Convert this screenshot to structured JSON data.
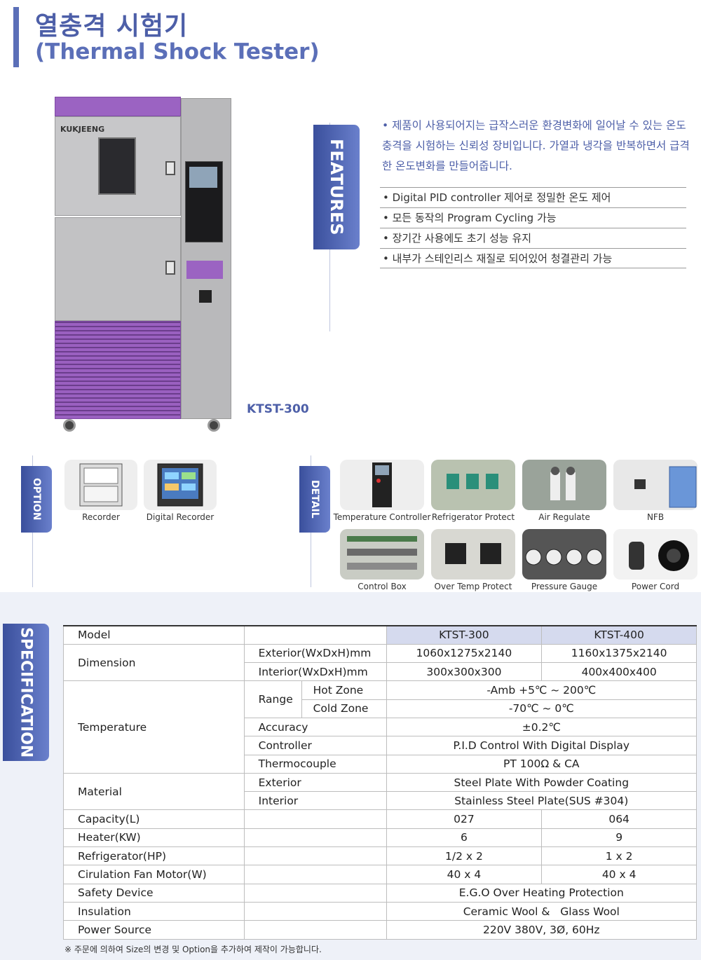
{
  "header": {
    "title_ko": "열충격 시험기",
    "title_en": "(Thermal Shock Tester)"
  },
  "product": {
    "brand_logo": "KUKJEENG",
    "model_label": "KTST-300"
  },
  "features": {
    "tab_label": "FEATURES",
    "intro": "• 제품이 사용되어지는 급작스러운 환경변화에 일어날 수 있는 온도 충격을 시험하는 신뢰성 장비입니다. 가열과 냉각을 반복하면서 급격한 온도변화를 만들어줍니다.",
    "items": [
      "• Digital PID controller 제어로 정밀한 온도 제어",
      "• 모든 동작의 Program Cycling 가능",
      "• 장기간 사용에도 초기 성능 유지",
      "• 내부가 스테인리스 재질로 되어있어 청결관리 가능"
    ]
  },
  "option": {
    "tab_label": "OPTION",
    "items": [
      "Recorder",
      "Digital Recorder"
    ]
  },
  "detail": {
    "tab_label": "DETAIL",
    "items": [
      "Temperature Controller",
      "Refrigerator Protect",
      "Air Regulate",
      "NFB",
      "Control Box",
      "Over Temp Protect",
      "Pressure Gauge",
      "Power Cord"
    ]
  },
  "spec": {
    "tab_label": "SPECIFICATION",
    "model_label": "Model",
    "models": [
      "KTST-300",
      "KTST-400"
    ],
    "dimension": {
      "label": "Dimension",
      "exterior_label": "Exterior(WxDxH)mm",
      "exterior": [
        "1060x1275x2140",
        "1160x1375x2140"
      ],
      "interior_label": "Interior(WxDxH)mm",
      "interior": [
        "300x300x300",
        "400x400x400"
      ]
    },
    "temperature": {
      "label": "Temperature",
      "range_label": "Range",
      "hot_label": "Hot Zone",
      "hot": "-Amb +5℃ ~ 200℃",
      "cold_label": "Cold Zone",
      "cold": "-70℃ ~ 0℃",
      "accuracy_label": "Accuracy",
      "accuracy": "±0.2℃",
      "controller_label": "Controller",
      "controller": "P.I.D Control With Digital Display",
      "thermocouple_label": "Thermocouple",
      "thermocouple": "PT 100Ω & CA"
    },
    "material": {
      "label": "Material",
      "exterior_label": "Exterior",
      "exterior": "Steel Plate With Powder Coating",
      "interior_label": "Interior",
      "interior": "Stainless Steel Plate(SUS #304)"
    },
    "rows": [
      {
        "label": "Capacity(L)",
        "v1": "027",
        "v2": "064"
      },
      {
        "label": "Heater(KW)",
        "v1": "6",
        "v2": "9"
      },
      {
        "label": "Refrigerator(HP)",
        "v1": "1/2 x 2",
        "v2": "1 x 2"
      },
      {
        "label": "Cirulation Fan Motor(W)",
        "v1": "40 x 4",
        "v2": "40 x 4"
      }
    ],
    "safety_label": "Safety Device",
    "safety": "E.G.O Over Heating Protection",
    "insulation_label": "Insulation",
    "insulation": "Ceramic Wool &   Glass Wool",
    "power_label": "Power Source",
    "power": "220V 380V, 3Ø, 60Hz",
    "footnote": "※ 주문에 의하여 Size의 변경 및 Option을 추가하여 제작이 가능합니다."
  },
  "colors": {
    "accent": "#4d5fa8",
    "purple": "#9b63c2",
    "header_cell": "#d5daee"
  }
}
